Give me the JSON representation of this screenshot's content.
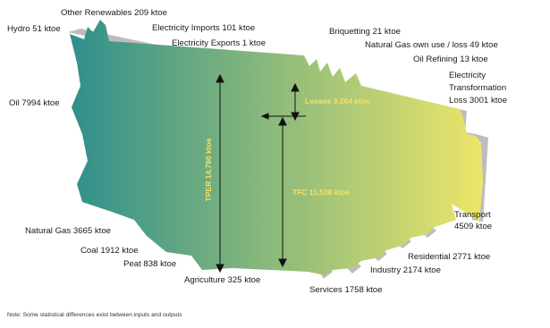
{
  "flows": {
    "hydro": "Hydro 51 ktoe",
    "other_renewables": "Other Renewables 209 ktoe",
    "electricity_imports": "Electricity Imports 101 ktoe",
    "electricity_exports": "Electricity Exports 1 ktoe",
    "briquetting": "Briquetting 21 ktoe",
    "natural_gas_own_use": "Natural Gas own use / loss 49 ktoe",
    "oil_refining": "Oil Refining 13 ktoe",
    "electricity_transformation_line1": "Electricity",
    "electricity_transformation_line2": "Transformation",
    "electricity_transformation_line3": "Loss 3001 ktoe",
    "oil": "Oil 7994 ktoe",
    "natural_gas": "Natural Gas 3665 ktoe",
    "coal": "Coal 1912 ktoe",
    "peat": "Peat 838 ktoe",
    "agriculture": "Agriculture 325 ktoe",
    "services": "Services 1758 ktoe",
    "industry": "Industry 2174 ktoe",
    "residential": "Residential 2771 ktoe",
    "transport_line1": "Transport",
    "transport_line2": "4509 ktoe"
  },
  "measures": {
    "tper": "TPER 14,790 ktoe",
    "losses": "Losses 3,264 ktoe",
    "tfc": "TFC 11,538 ktoe"
  },
  "note": "Note: Some statistical differences exist between inputs and outputs",
  "colors": {
    "band_start": "#2f8f8c",
    "band_end": "#ece66a",
    "shadow": "#bdbdbd",
    "measure_text": "#f3e36a"
  }
}
